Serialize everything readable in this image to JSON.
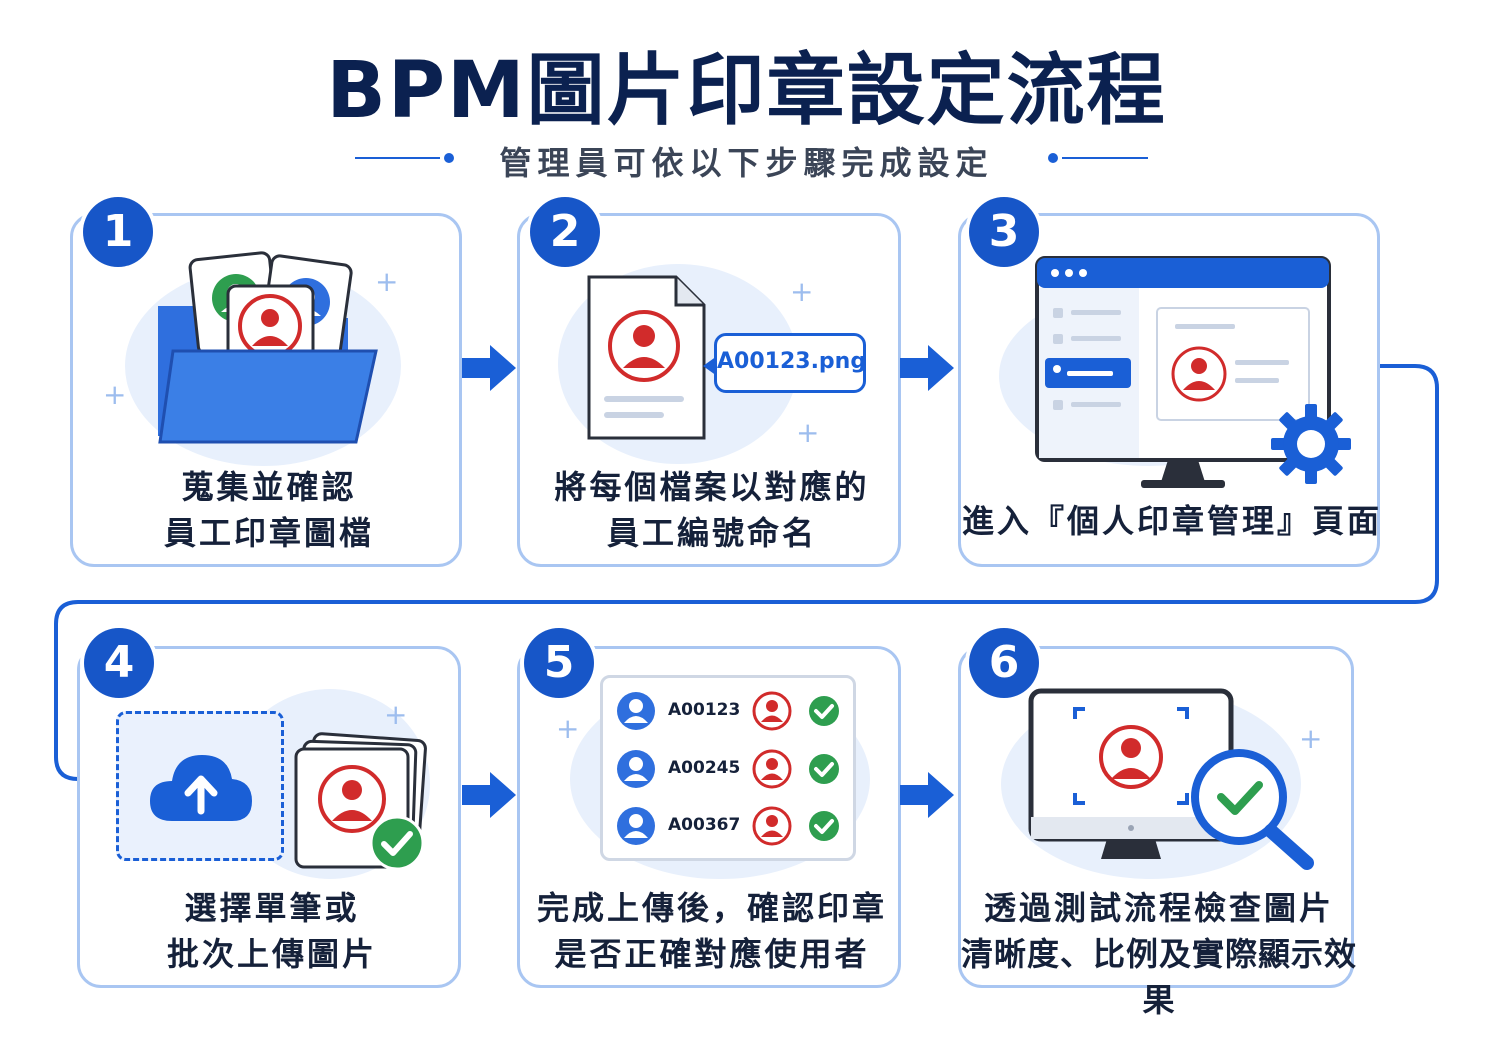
{
  "title": "BPM圖片印章設定流程",
  "subtitle": "管理員可依以下步驟完成設定",
  "steps": [
    {
      "number": "1",
      "line1": "蒐集並確認",
      "line2": "員工印章圖檔"
    },
    {
      "number": "2",
      "line1": "將每個檔案以對應的",
      "line2": "員工編號命名",
      "filename": "A00123.png"
    },
    {
      "number": "3",
      "line1": "進入『個人印章管理』頁面",
      "line2": ""
    },
    {
      "number": "4",
      "line1": "選擇單筆或",
      "line2": "批次上傳圖片"
    },
    {
      "number": "5",
      "line1": "完成上傳後，確認印章",
      "line2": "是否正確對應使用者",
      "ids": [
        "A00123",
        "A00245",
        "A00367"
      ]
    },
    {
      "number": "6",
      "line1": "透過測試流程檢查圖片",
      "line2": "清晰度、比例及實際顯示效果"
    }
  ],
  "colors": {
    "primary": "#1756c8",
    "stamp": "#d12b2b",
    "check": "#2e9e4f",
    "card_border": "#a9c6f2"
  },
  "icons": [
    "folder-icon",
    "file-icon",
    "monitor-window-icon",
    "gear-icon",
    "cloud-upload-icon",
    "check-icon",
    "user-icon",
    "magnifier-icon"
  ]
}
